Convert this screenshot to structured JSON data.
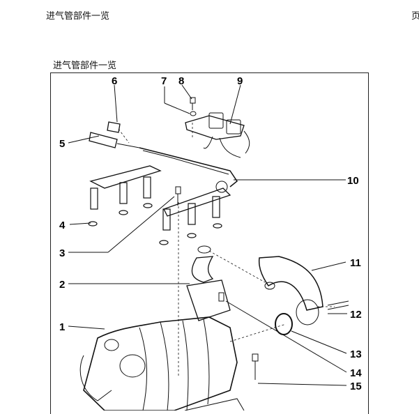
{
  "header": {
    "title": "进气管部件一览",
    "page_label": "页"
  },
  "figure": {
    "title": "进气管部件一览",
    "callouts": [
      "1",
      "2",
      "3",
      "4",
      "5",
      "6",
      "7",
      "8",
      "9",
      "10",
      "11",
      "12",
      "13",
      "14",
      "15"
    ]
  }
}
